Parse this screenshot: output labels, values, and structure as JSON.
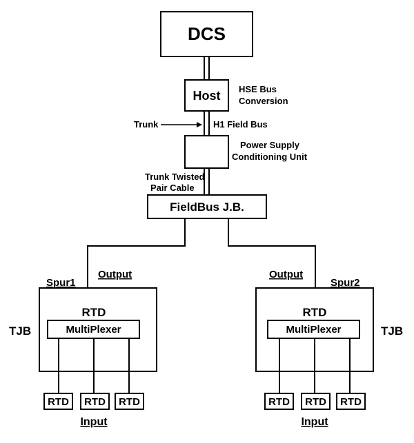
{
  "diagram": {
    "dcs": "DCS",
    "host": "Host",
    "hse_line1": "HSE Bus",
    "hse_line2": "Conversion",
    "trunk": "Trunk",
    "h1_bus": "H1 Field Bus",
    "psu_line1": "Power Supply",
    "psu_line2": "Conditioning Unit",
    "twisted_line1": "Trunk Twisted",
    "twisted_line2": "Pair Cable",
    "fieldbus_jb": "FieldBus J.B.",
    "left": {
      "spur": "Spur1",
      "output": "Output",
      "rtd_header": "RTD",
      "multiplexer": "MultiPlexer",
      "tjb": "TJB",
      "sensors": [
        "RTD",
        "RTD",
        "RTD"
      ],
      "input": "Input"
    },
    "right": {
      "spur": "Spur2",
      "output": "Output",
      "rtd_header": "RTD",
      "multiplexer": "MultiPlexer",
      "tjb": "TJB",
      "sensors": [
        "RTD",
        "RTD",
        "RTD"
      ],
      "input": "Input"
    }
  }
}
